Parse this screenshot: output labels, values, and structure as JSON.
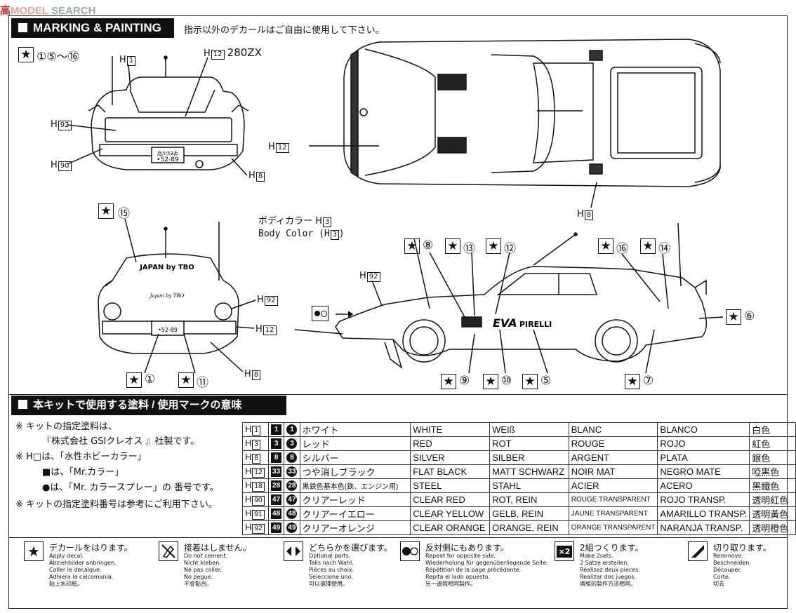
{
  "watermark": {
    "a": "高",
    "b": "MODEL",
    "c": "SEARCH"
  },
  "header": {
    "title": "MARKING & PAINTING",
    "instruction": "指示以外のデカールはご自由に使用して下さい。"
  },
  "rear_view": {
    "star_label": "①⑤～⑯",
    "callouts": {
      "h1": "H",
      "h1_num": "1",
      "h12": "H",
      "h12_num": "12",
      "model": "280ZX",
      "h92": "H",
      "h92_num": "92",
      "h90": "H",
      "h90_num": "90",
      "h8": "H",
      "h8_num": "8"
    },
    "plate_top": "品川53ゐ",
    "plate_num": "•52-89"
  },
  "top_view": {
    "callouts": {
      "h12": "H",
      "h12_num": "12",
      "h8": "H",
      "h8_num": "8"
    }
  },
  "front_view": {
    "star_top": "⑮",
    "hood_text": "JAPAN by TBO",
    "hood_small": "Japan by TBO",
    "plate_num": "•52-89",
    "callouts": {
      "h92": "H",
      "h92_num": "92",
      "h12": "H",
      "h12_num": "12",
      "h8": "H",
      "h8_num": "8"
    },
    "star_bottom_1": "①",
    "star_bottom_2": "⑪"
  },
  "body_color": {
    "jp_label": "ボディカラー",
    "jp_h": "H",
    "jp_num": "3",
    "en_label": "Body Color",
    "en_open": "(H",
    "en_num": "3",
    "en_close": ")"
  },
  "side_view": {
    "stars_top": [
      "⑧",
      "⑬",
      "⑫",
      "⑯",
      "⑭"
    ],
    "stars_bottom": [
      "⑨",
      "⑩",
      "⑤"
    ],
    "star_right": "⑥",
    "star_rear": "⑦",
    "h92": "H",
    "h92_num": "92",
    "side_text_1": "EVA",
    "side_text_2": "PIRELLI"
  },
  "paint_section": {
    "title": "本キットで使用する塗料 / 使用マークの意味",
    "notes": [
      "※ キットの指定塗料は、",
      "『株式会社 GSIクレオス 』社製です。",
      "※ H□は、「水性ホビーカラー」",
      "■は、「Mr.カラー」",
      "●は、「Mr. カラースプレー」の 番号です。",
      "※ キットの指定塗料番号は参考にご利用下さい。"
    ],
    "rows": [
      {
        "h": "H",
        "hn": "1",
        "sq": "1",
        "ci": "1",
        "jp": "ホワイト",
        "en": "WHITE",
        "de": "WEIß",
        "fr": "BLANC",
        "es": "BLANCO",
        "zh": "白色"
      },
      {
        "h": "H",
        "hn": "3",
        "sq": "3",
        "ci": "3",
        "jp": "レッド",
        "en": "RED",
        "de": "ROT",
        "fr": "ROUGE",
        "es": "ROJO",
        "zh": "紅色"
      },
      {
        "h": "H",
        "hn": "8",
        "sq": "8",
        "ci": "8",
        "jp": "シルバー",
        "en": "SILVER",
        "de": "SILBER",
        "fr": "ARGENT",
        "es": "PLATA",
        "zh": "銀色"
      },
      {
        "h": "H",
        "hn": "12",
        "sq": "33",
        "ci": "33",
        "jp": "つや消しブラック",
        "en": "FLAT BLACK",
        "de": "MATT SCHWARZ",
        "fr": "NOIR MAT",
        "es": "NEGRO MATE",
        "zh": "啞黑色"
      },
      {
        "h": "H",
        "hn": "18",
        "sq": "28",
        "ci": "28",
        "jp": "黒鉄色基本色(鉄、エンジン用)",
        "en": "STEEL",
        "de": "STAHL",
        "fr": "ACIER",
        "es": "ACERO",
        "zh": "黑鐵色"
      },
      {
        "h": "H",
        "hn": "90",
        "sq": "47",
        "ci": "47",
        "jp": "クリアーレッド",
        "en": "CLEAR RED",
        "de": "ROT, REIN",
        "fr": "ROUGE TRANSPARENT",
        "es": "ROJO TRANSP.",
        "zh": "透明紅色"
      },
      {
        "h": "H",
        "hn": "91",
        "sq": "48",
        "ci": "48",
        "jp": "クリアーイエロー",
        "en": "CLEAR YELLOW",
        "de": "GELB, REIN",
        "fr": "JAUNE TRANSPARENT",
        "es": "AMARILLO TRANSP.",
        "zh": "透明黃色"
      },
      {
        "h": "H",
        "hn": "92",
        "sq": "49",
        "ci": "49",
        "jp": "クリアーオレンジ",
        "en": "CLEAR ORANGE",
        "de": "ORANGE, REIN",
        "fr": "ORANGE TRANSPARENT",
        "es": "NARANJA TRANSP.",
        "zh": "透明橙色"
      }
    ]
  },
  "legend": [
    {
      "icon": "star-icon",
      "title": "デカールをはります。",
      "lines": [
        "Apply decal.",
        "Abziehbilder anbringen.",
        "Coller le decalque.",
        "Adhiera la calcomanía.",
        "貼上水印紙。"
      ]
    },
    {
      "icon": "no-glue-icon",
      "title": "接着はしません。",
      "lines": [
        "Do not cement.",
        "Nicht kleben.",
        "Ne pas coller.",
        "No pegue.",
        "不會黏合。"
      ]
    },
    {
      "icon": "choose-arrows-icon",
      "title": "どちらかを選びます。",
      "lines": [
        "Optional parts.",
        "Teils nach Wahl.",
        "Pièces au choix.",
        "Seleccione uno.",
        "可以選擇使用。"
      ]
    },
    {
      "icon": "opposite-side-icon",
      "title": "反対側にもあります。",
      "lines": [
        "Repeat for opposite side.",
        "Wiederholung für gegenüberliegende Seite.",
        "Répétition de la page précédente.",
        "Repita el lado opuesto.",
        "另一邊照相同製作。"
      ]
    },
    {
      "icon": "make-two-icon",
      "title": "2組つくります。",
      "lines": [
        "Make 2sets.",
        "2 Satze erstellen.",
        "Réalisez deux pieces.",
        "Realizar dos juegos.",
        "兩組的製作方法相同。"
      ]
    },
    {
      "icon": "cut-icon",
      "title": "切り取ります。",
      "lines": [
        "Remmove.",
        "Beschneiden.",
        "Découper.",
        "Corte.",
        "切去"
      ]
    }
  ],
  "legend_x2": "×2"
}
